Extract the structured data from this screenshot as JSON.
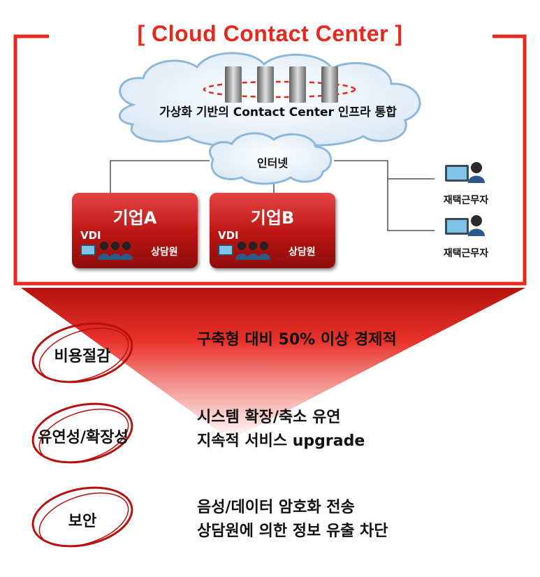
{
  "title": "[ Cloud Contact Center ]",
  "cloud": {
    "label": "가상화 기반의 Contact Center 인프라 통합"
  },
  "internet": {
    "label": "인터넷"
  },
  "corporations": [
    {
      "name": "기업A",
      "vdi": "VDI",
      "agent": "상담원"
    },
    {
      "name": "기업B",
      "vdi": "VDI",
      "agent": "상담원"
    }
  ],
  "remote_workers": [
    {
      "label": "재택근무자"
    },
    {
      "label": "재택근무자"
    }
  ],
  "benefits": [
    {
      "label": "비용절감",
      "lines": [
        "구축형 대비 50% 이상 경제적"
      ]
    },
    {
      "label": "유연성/확장성",
      "lines": [
        "시스템 확장/축소 유연",
        "지속적 서비스 upgrade"
      ]
    },
    {
      "label": "보안",
      "lines": [
        "음성/데이터 암호화 전송",
        "상담원에 의한 정보 유출 차단"
      ]
    }
  ],
  "colors": {
    "accent": "#e8281c",
    "box": "#c21a16",
    "cloud_edge": "#8fb8d8",
    "oval": "#b8100c"
  }
}
